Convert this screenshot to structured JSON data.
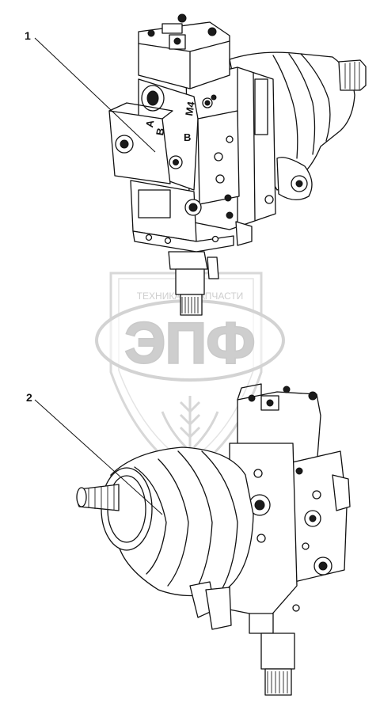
{
  "callouts": [
    {
      "id": "1",
      "label": "1"
    },
    {
      "id": "2",
      "label": "2"
    }
  ],
  "part_marks": {
    "port_a": "A",
    "port_b": "B",
    "port_b2": "B",
    "port_m4": "M4"
  },
  "watermark": {
    "brand_top": "ТЕХНИКА И ЗАПЧАСТИ",
    "logo_letters": "ЭПФ"
  },
  "colors": {
    "line": "#111111",
    "watermark": "#c9c9c9",
    "background": "#ffffff"
  }
}
